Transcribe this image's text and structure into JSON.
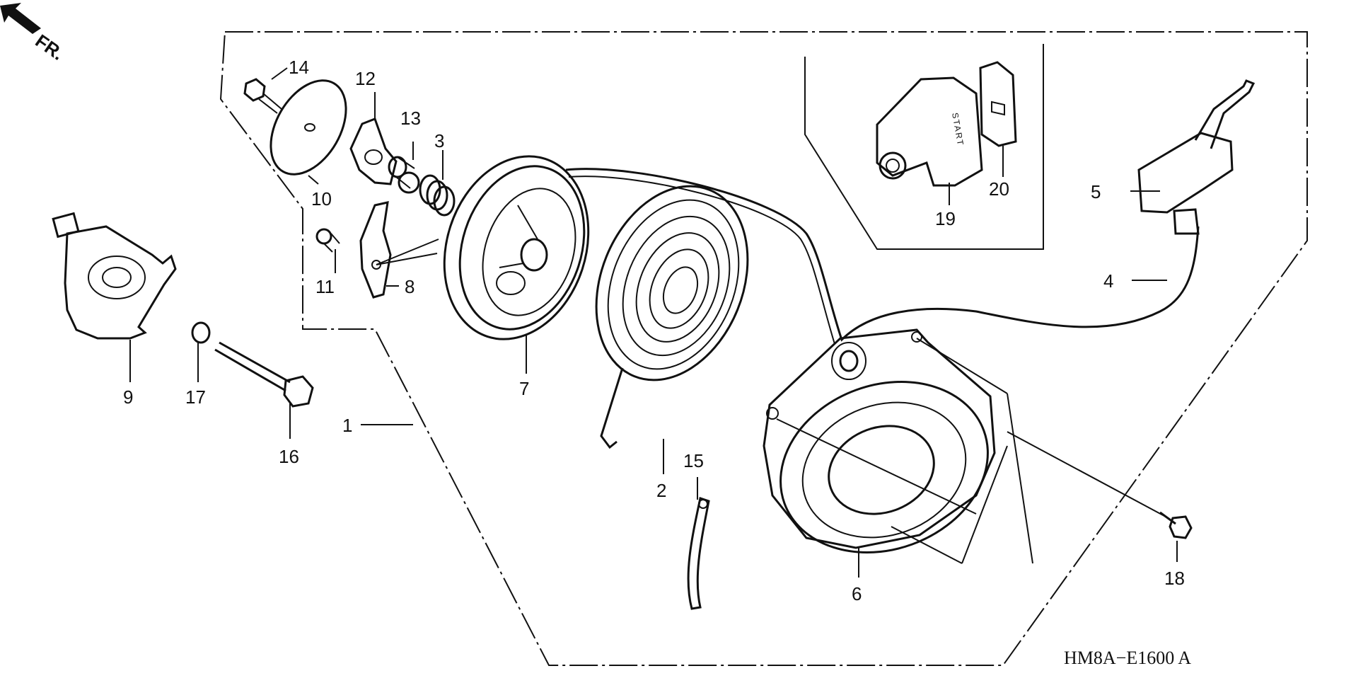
{
  "direction_label": "FR.",
  "reference_code": "HM8A−E1600 A",
  "start_text": "START",
  "parts": {
    "p1": "1",
    "p2": "2",
    "p3": "3",
    "p4": "4",
    "p5": "5",
    "p6": "6",
    "p7": "7",
    "p8": "8",
    "p9": "9",
    "p10": "10",
    "p11": "11",
    "p12": "12",
    "p13": "13",
    "p14": "14",
    "p15": "15",
    "p16": "16",
    "p17": "17",
    "p18": "18",
    "p19": "19",
    "p20": "20"
  },
  "colors": {
    "ink": "#111111",
    "paper": "#ffffff"
  }
}
